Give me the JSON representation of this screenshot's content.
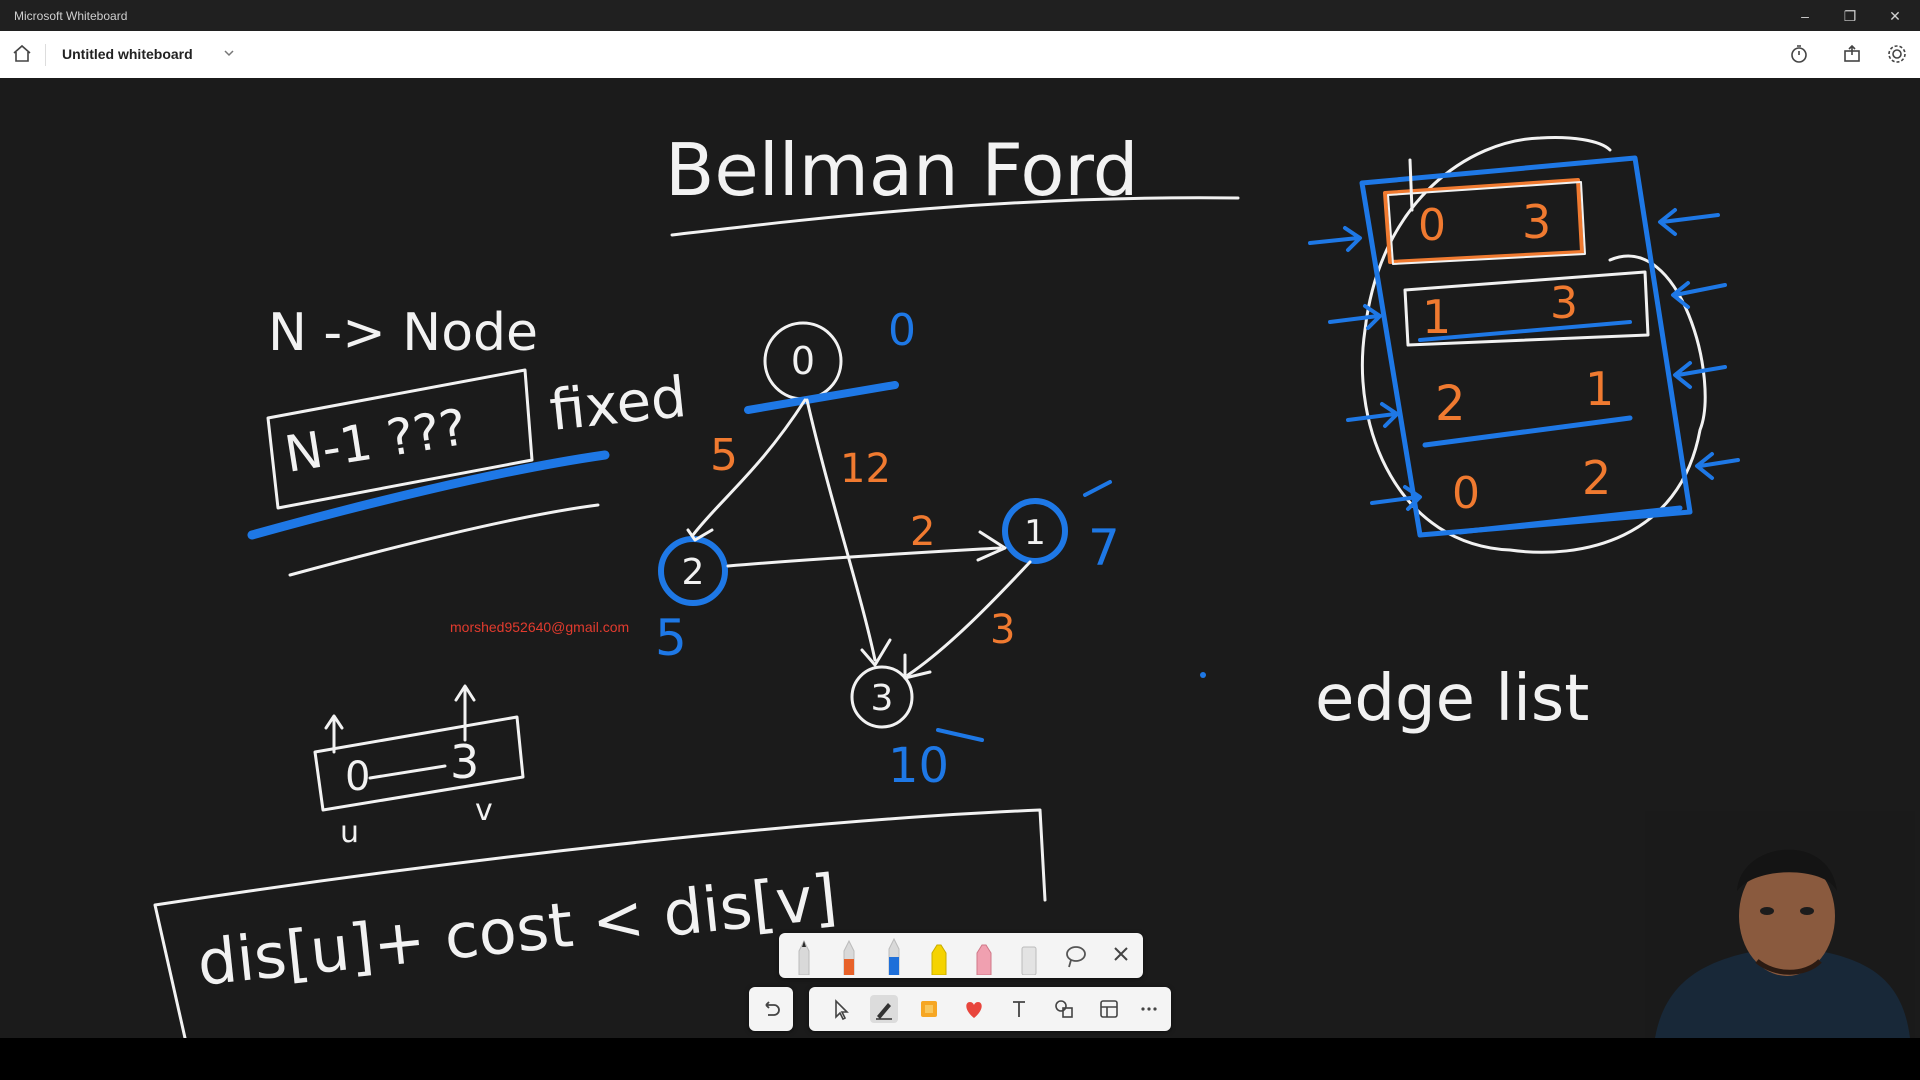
{
  "window": {
    "app_title": "Microsoft Whiteboard"
  },
  "toolbar": {
    "board_title": "Untitled whiteboard"
  },
  "board": {
    "heading": "Bellman Ford",
    "note_nodes": "N -> Node",
    "boxed_note": "N-1 ???",
    "fixed_label": "fixed",
    "edge_list_label": "edge list",
    "formula": "dis[u]+ cost < dis[v]",
    "edge_example": {
      "u_val": "0",
      "v_val": "3",
      "u_label": "u",
      "v_label": "v"
    },
    "graph": {
      "nodes": [
        "0",
        "1",
        "2",
        "3"
      ],
      "node_distances": [
        "0",
        "7",
        "5",
        "10"
      ],
      "edge_weights": [
        "5",
        "12",
        "2",
        "3"
      ]
    },
    "edge_list": [
      {
        "u": "0",
        "v": "3"
      },
      {
        "u": "1",
        "v": "3"
      },
      {
        "u": "2",
        "v": "1"
      },
      {
        "u": "0",
        "v": "2"
      }
    ],
    "watermark_email": "morshed952640@gmail.com"
  },
  "pen_tray": {
    "pens": [
      {
        "name": "black-pen",
        "color": "#2b2b2b"
      },
      {
        "name": "orange-pen",
        "color": "#e8622a"
      },
      {
        "name": "blue-pen",
        "color": "#1e6fd9"
      },
      {
        "name": "yellow-highlighter",
        "color": "#f5d300"
      },
      {
        "name": "pink-highlighter",
        "color": "#f0a0b0"
      },
      {
        "name": "eraser",
        "color": "#cfcfcf"
      }
    ]
  },
  "colors": {
    "ink_white": "#f2f2f2",
    "ink_blue": "#1e78e6",
    "ink_orange": "#f07a30",
    "canvas": "#1b1b1b"
  }
}
